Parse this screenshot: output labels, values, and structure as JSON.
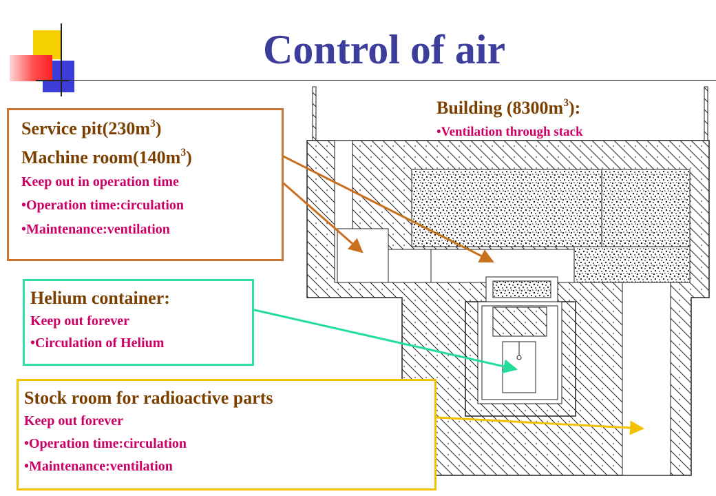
{
  "title": "Control of air",
  "building": {
    "heading": "Building (8300m",
    "heading_sup": "3",
    "heading_tail": "):",
    "bullet": "•Ventilation through stack"
  },
  "service_box": {
    "line1": "Service pit(230m",
    "line1_sup": "3",
    "line1_tail": ")",
    "line2": "Machine room(140m",
    "line2_sup": "3",
    "line2_tail": ")",
    "note": "Keep out in operation time",
    "bullets": [
      "•Operation time:circulation",
      "•Maintenance:ventilation"
    ]
  },
  "helium_box": {
    "heading": "Helium container:",
    "note": "Keep out forever",
    "bullets": [
      "•Circulation of Helium"
    ]
  },
  "stock_box": {
    "heading": "Stock room for radioactive parts",
    "note": "Keep out forever",
    "bullets": [
      "•Operation time:circulation",
      "•Maintenance:ventilation"
    ]
  },
  "colors": {
    "title": "#3d3d9c",
    "heading_brown": "#7b3f00",
    "note_magenta": "#cc0066",
    "service_border": "#c87533",
    "helium_border": "#33ddaa",
    "stock_border": "#f2c200",
    "service_arrow": "#c8701e",
    "helium_arrow": "#22dd99",
    "stock_arrow": "#f2c200"
  }
}
